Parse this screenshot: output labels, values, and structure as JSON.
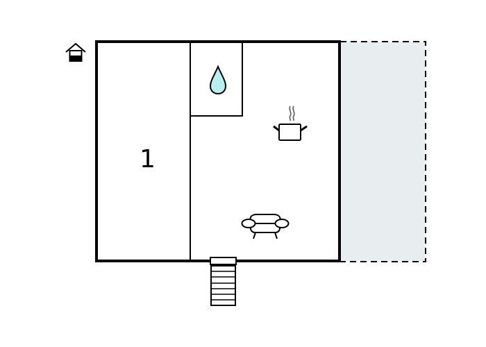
{
  "floorplan": {
    "rooms": [
      {
        "id": "bedroom",
        "label": "1",
        "type": "bedroom"
      },
      {
        "id": "bathroom",
        "label": "",
        "icon": "water-drop-icon"
      },
      {
        "id": "living-kitchen",
        "label": "",
        "icons": [
          "cooking-pot-icon",
          "sofa-icon"
        ]
      }
    ],
    "terrace": {
      "style": "dashed",
      "fill": "#e8eeef"
    },
    "entrance": {
      "icon": "stairs-icon"
    },
    "legend_icon": "house-floor-icon",
    "colors": {
      "wall": "#000000",
      "water": "#b8f0f2",
      "terrace": "#e8eeef"
    }
  }
}
